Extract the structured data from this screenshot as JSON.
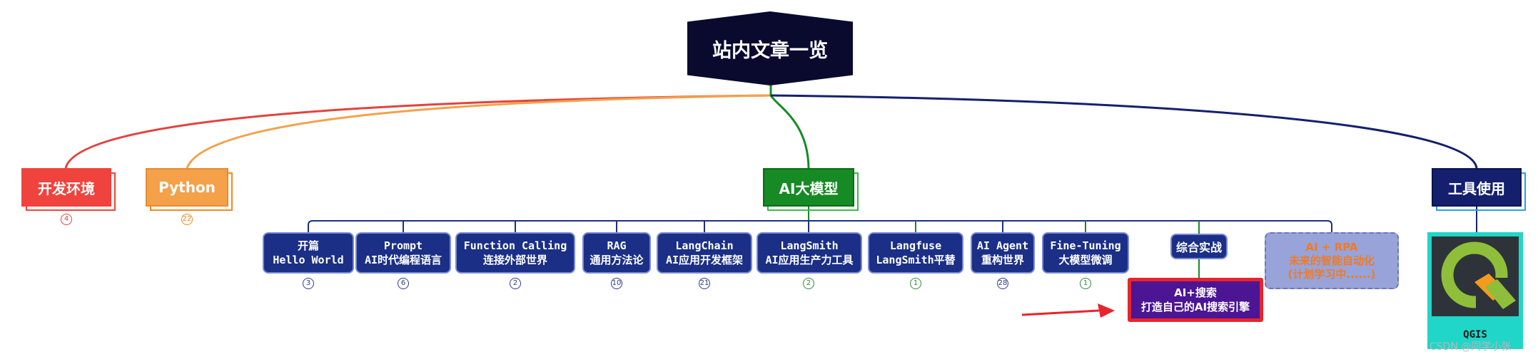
{
  "root": {
    "title": "站内文章一览"
  },
  "branches": {
    "dev": {
      "label": "开发环境",
      "count": "4"
    },
    "python": {
      "label": "Python",
      "count": "22"
    },
    "ai": {
      "label": "AI大模型"
    },
    "tools": {
      "label": "工具使用"
    }
  },
  "ai_children": [
    {
      "line1": "开篇",
      "line2": "Hello World",
      "count": "3"
    },
    {
      "line1": "Prompt",
      "line2": "AI时代编程语言",
      "count": "6"
    },
    {
      "line1": "Function Calling",
      "line2": "连接外部世界",
      "count": "2"
    },
    {
      "line1": "RAG",
      "line2": "通用方法论",
      "count": "10"
    },
    {
      "line1": "LangChain",
      "line2": "AI应用开发框架",
      "count": "21"
    },
    {
      "line1": "LangSmith",
      "line2": "AI应用生产力工具",
      "count": "2"
    },
    {
      "line1": "Langfuse",
      "line2": "LangSmith平替",
      "count": "1"
    },
    {
      "line1": "AI Agent",
      "line2": "重构世界",
      "count": "28"
    },
    {
      "line1": "Fine-Tuning",
      "line2": "大模型微调",
      "count": "1"
    }
  ],
  "combined": {
    "label": "综合实战"
  },
  "ai_search": {
    "line1": "AI+搜索",
    "line2": "打造自己的AI搜索引擎"
  },
  "rpa": {
    "line1": "AI + RPA",
    "line2": "未来的智能自动化",
    "line3": "(计划学习中......)"
  },
  "tools_child": {
    "label": "QGIS",
    "icon": "qgis-logo-icon"
  },
  "watermark": "CSDN @同学小张",
  "colors": {
    "root": "#090a2e",
    "dev": "#f0433d",
    "python": "#f4a14a",
    "ai": "#168a24",
    "tools": "#14206e",
    "node": "#1b2f86",
    "ai_search": "#4b1594",
    "highlight": "#e8242c",
    "rpa": "#97a3d9",
    "qgis_bg": "#20d6c8"
  }
}
